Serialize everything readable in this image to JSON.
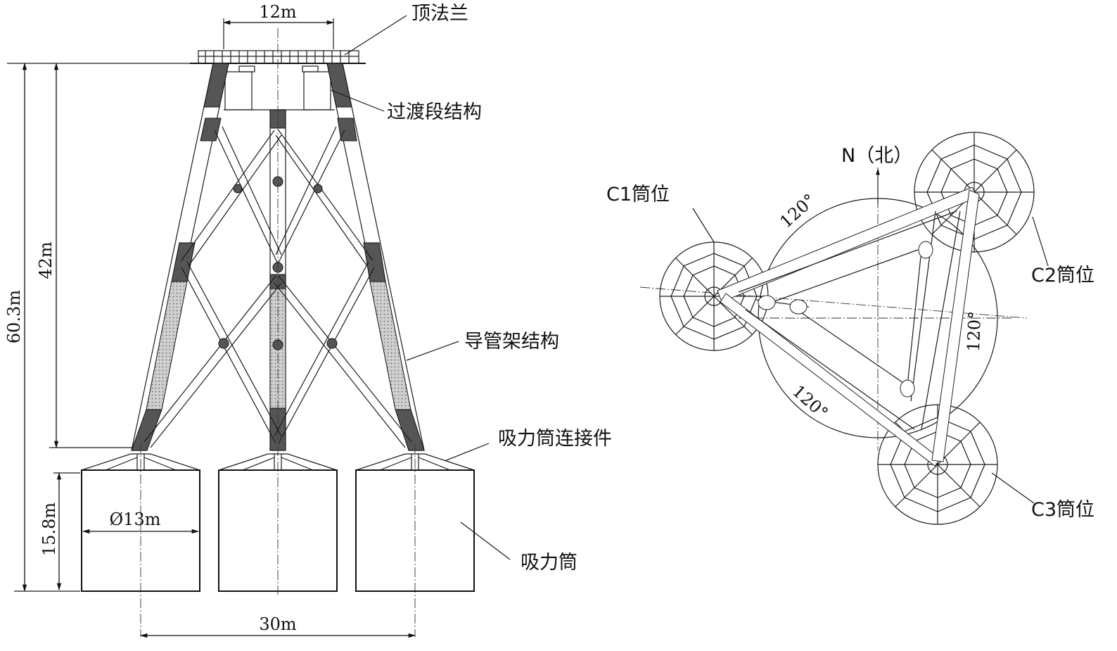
{
  "elevation": {
    "dim_top_width": "12m",
    "dim_total_height": "60.3m",
    "dim_jacket_height": "42m",
    "dim_bucket_height": "15.8m",
    "dim_bucket_diameter": "Ø13m",
    "dim_leg_spacing": "30m",
    "label_top_flange": "顶法兰",
    "label_transition": "过渡段结构",
    "label_jacket": "导管架结构",
    "label_connector": "吸力筒连接件",
    "label_bucket": "吸力筒"
  },
  "plan": {
    "north_label": "N（北）",
    "c1_label": "C1筒位",
    "c2_label": "C2筒位",
    "c3_label": "C3筒位",
    "angle_1": "120°",
    "angle_2": "120°",
    "angle_3": "120°"
  }
}
